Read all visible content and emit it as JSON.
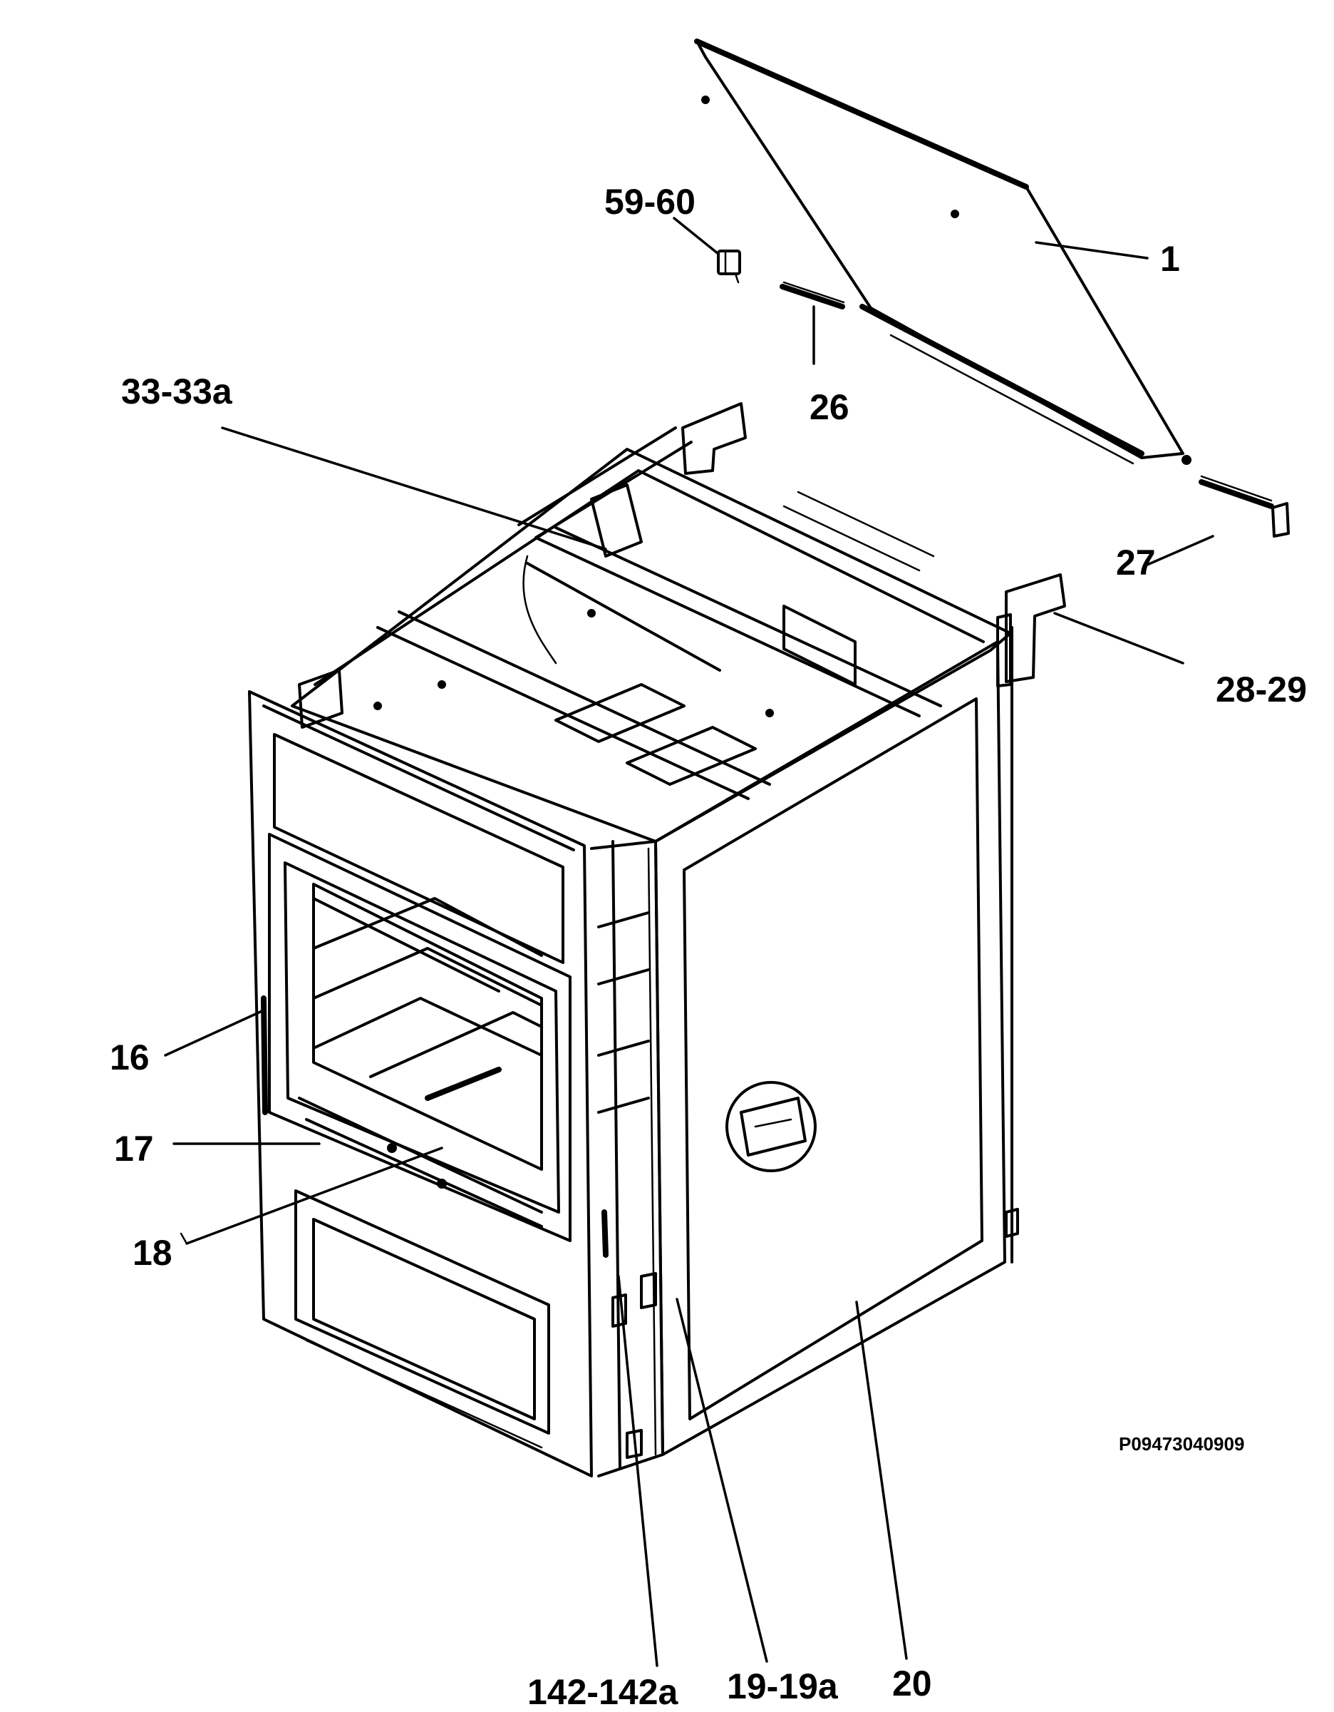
{
  "callouts": {
    "c59_60": "59-60",
    "c1": "1",
    "c26": "26",
    "c33_33a": "33-33a",
    "c27": "27",
    "c28_29": "28-29",
    "c16": "16",
    "c17": "17",
    "c18": "18",
    "c142_142a": "142-142a",
    "c19_19a": "19-19a",
    "c20": "20"
  },
  "drawing_code": "P09473040909"
}
